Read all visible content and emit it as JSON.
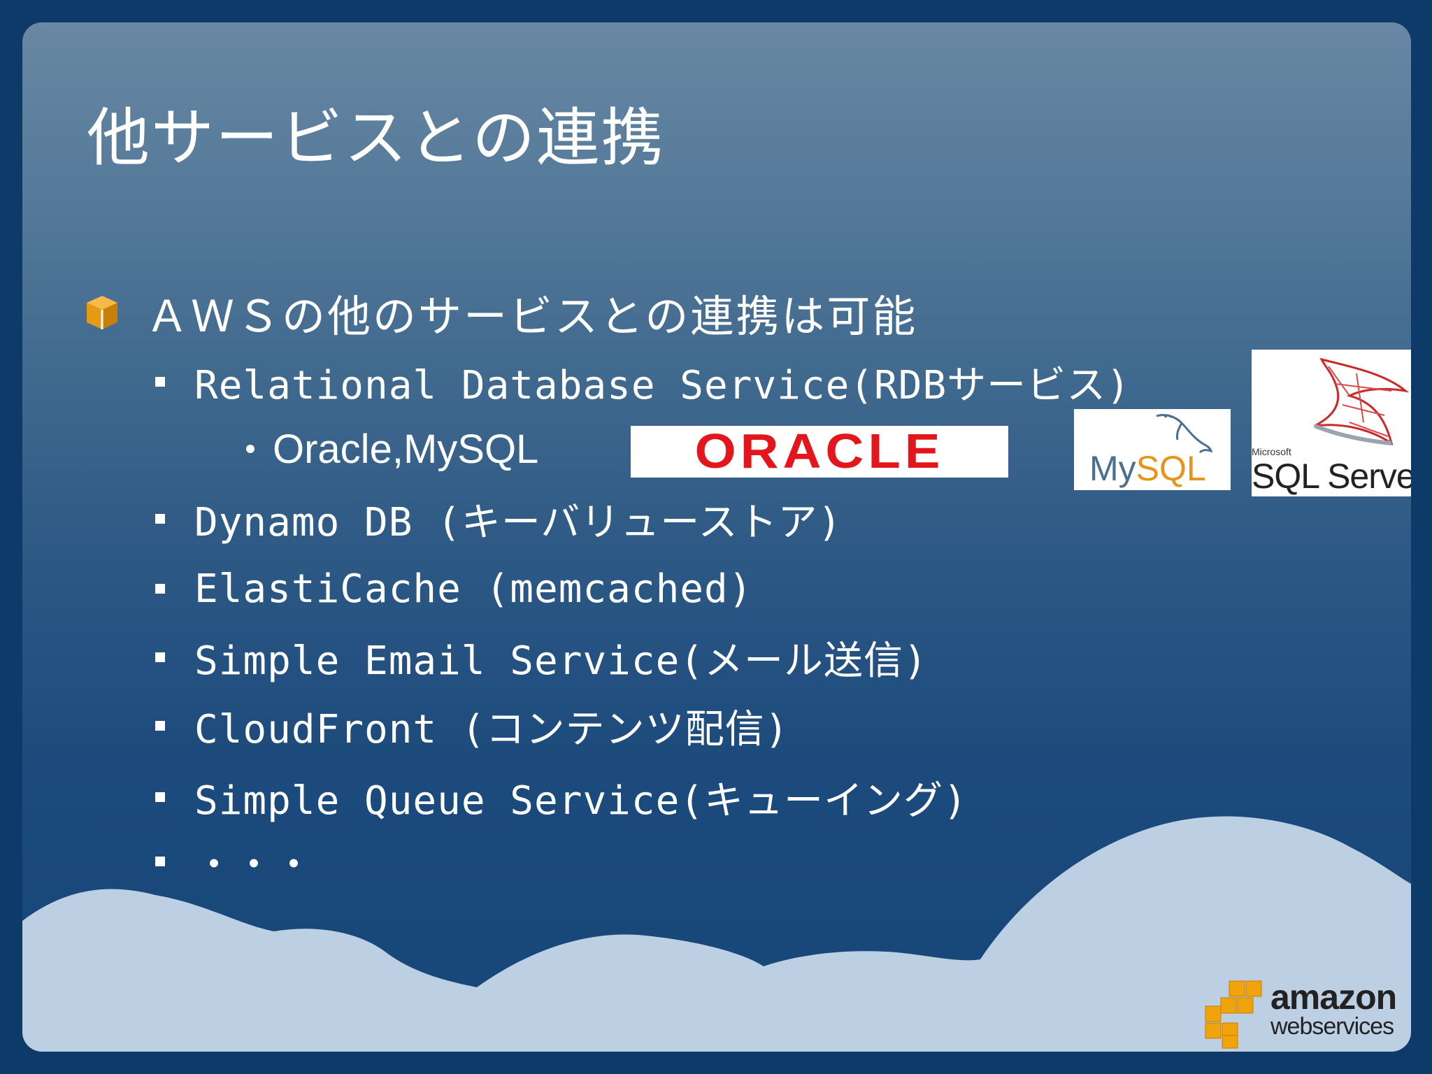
{
  "slide": {
    "title": "他サービスとの連携",
    "main_bullet": "ＡＷＳの他のサービスとの連携は可能",
    "sub_bullets": [
      "Relational Database Service(RDBサービス)",
      "Dynamo DB (キーバリューストア)",
      "ElastiCache (memcached)",
      "Simple Email Service(メール送信)",
      "CloudFront (コンテンツ配信)",
      "Simple Queue Service(キューイング)",
      "・・・"
    ],
    "nested_bullet": "Oracle,MySQL"
  },
  "logos": {
    "oracle": "ORACLE",
    "mysql_my": "My",
    "mysql_sql": "SQL",
    "mssql_microsoft": "Microsoft",
    "mssql_name": "SQL Server",
    "aws_amazon": "amazon",
    "aws_webservices": "webservices"
  },
  "colors": {
    "oracle_red": "#e3171b",
    "mysql_blue": "#4a6f8f",
    "mysql_orange": "#e8941a",
    "aws_orange": "#f0a30a",
    "cloud": "#bccfe3"
  },
  "icons": [
    "cube-bullet-icon",
    "square-bullet-icon",
    "dot-bullet-icon",
    "dolphin-icon",
    "sqlserver-swoosh-icon",
    "aws-cubes-icon"
  ]
}
